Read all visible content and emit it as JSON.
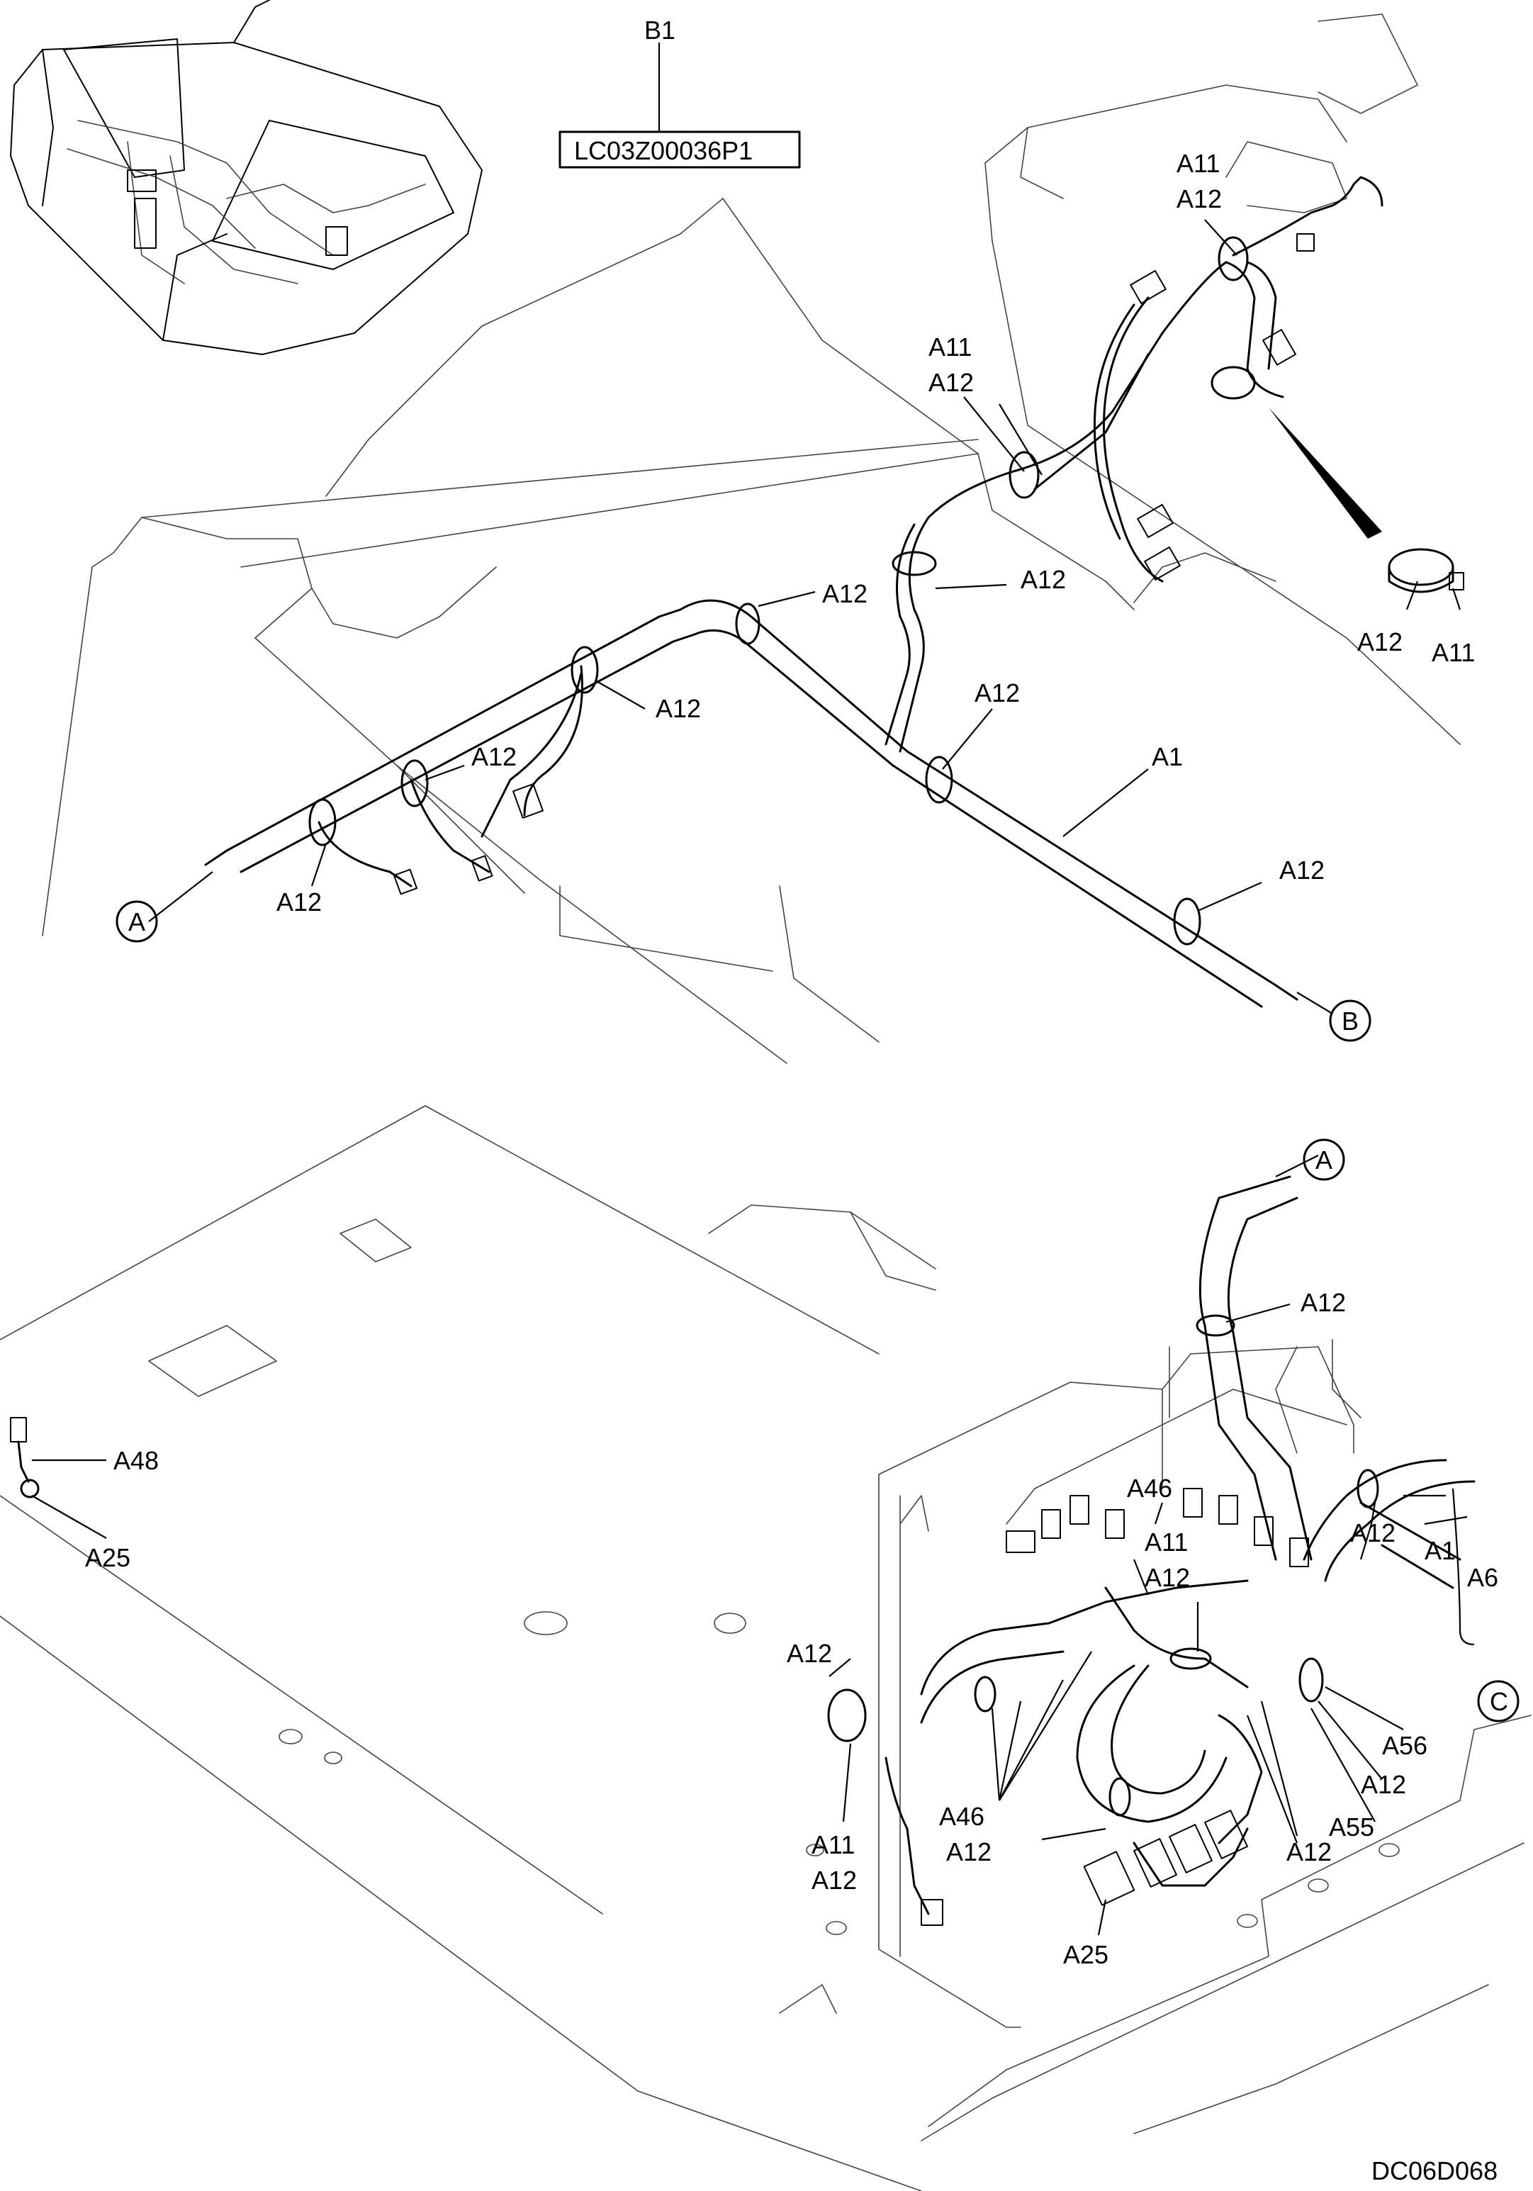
{
  "drawing_id": "DC06D068",
  "title_box": {
    "ref": "B1",
    "part_no": "LC03Z00036P1"
  },
  "continuations": {
    "a_top": "A",
    "b": "B",
    "a_bottom": "A",
    "c": "C"
  },
  "callouts": {
    "top_a11_1": "A11",
    "top_a12_1": "A12",
    "top_a11_2": "A11",
    "top_a12_2": "A12",
    "top_a12_3": "A12",
    "top_a12_4": "A12",
    "top_a12_5": "A12",
    "top_a12_6": "A12",
    "top_a12_7": "A12",
    "top_a12_8": "A12",
    "top_a12_9": "A12",
    "top_a1": "A1",
    "detail_a12": "A12",
    "detail_a11": "A11",
    "bot_a12_1": "A12",
    "bot_a48": "A48",
    "bot_a25_1": "A25",
    "bot_a46_1": "A46",
    "bot_a11_1": "A11",
    "bot_a12_2": "A12",
    "bot_a12_3": "A12",
    "bot_a1": "A1",
    "bot_a6": "A6",
    "bot_a12_4": "A12",
    "bot_a56": "A56",
    "bot_a12_5": "A12",
    "bot_a55": "A55",
    "bot_a12_6": "A12",
    "bot_a46_2": "A46",
    "bot_a12_7": "A12",
    "bot_a11_2": "A11",
    "bot_a12_8": "A12",
    "bot_a25_2": "A25"
  }
}
